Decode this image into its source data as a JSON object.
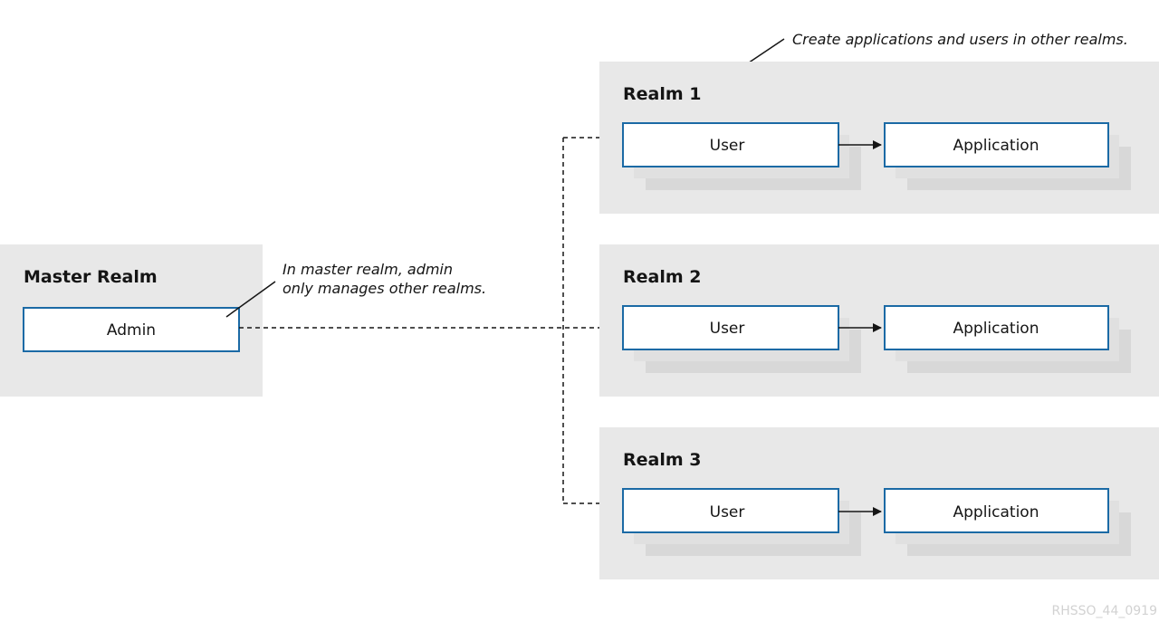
{
  "master_realm": {
    "title": "Master Realm",
    "admin_label": "Admin",
    "note_line1": "In master realm, admin",
    "note_line2": "only manages other realms."
  },
  "top_note": "Create applications and users in other realms.",
  "realms": [
    {
      "title": "Realm 1",
      "user_label": "User",
      "app_label": "Application"
    },
    {
      "title": "Realm 2",
      "user_label": "User",
      "app_label": "Application"
    },
    {
      "title": "Realm 3",
      "user_label": "User",
      "app_label": "Application"
    }
  ],
  "watermark": "RHSSO_44_0919",
  "colors": {
    "panel_fill": "#e8e8e8",
    "box_border": "#1b6aa5",
    "connector": "#151515"
  }
}
